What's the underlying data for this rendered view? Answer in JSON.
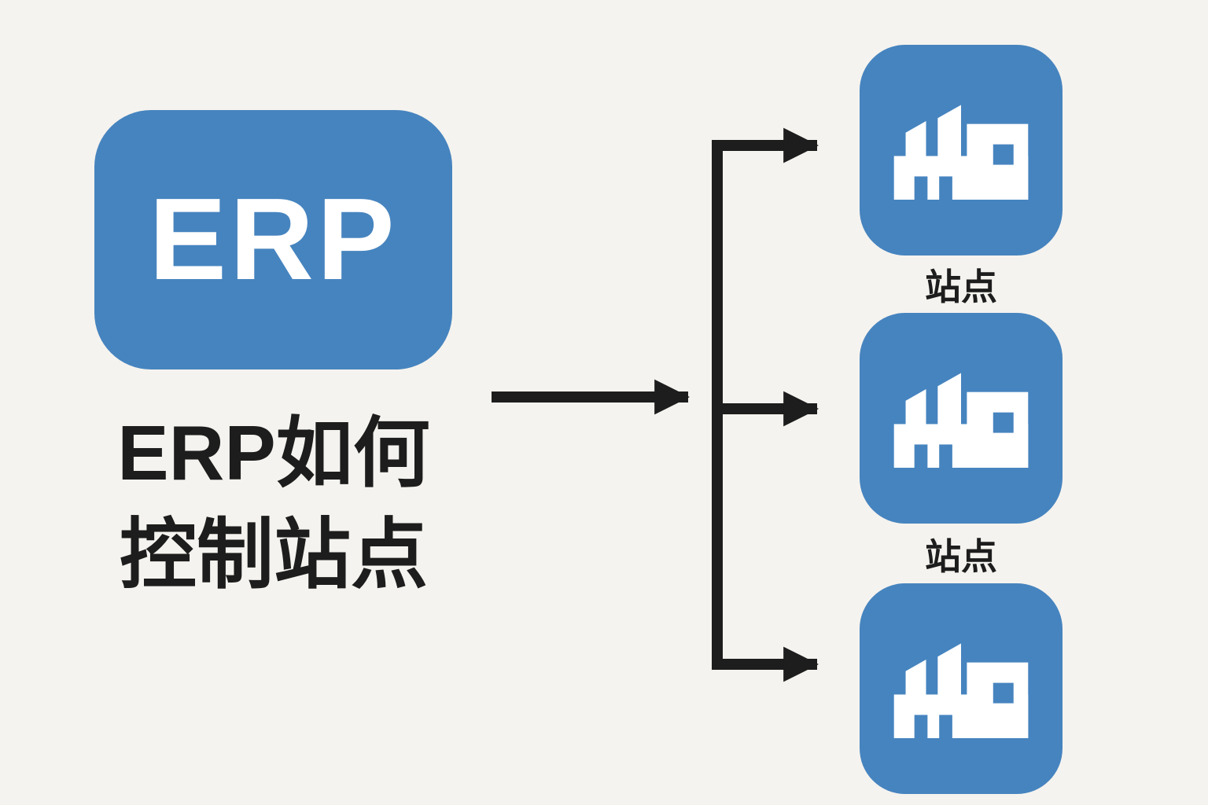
{
  "colors": {
    "blue": "#4684bf",
    "ink": "#1d1d1d",
    "bg": "#f5f3ef",
    "white": "#ffffff"
  },
  "diagram": {
    "erp_label": "ERP",
    "title_lines": [
      "ERP如何",
      "控制站点"
    ],
    "site_labels": [
      "站点",
      "站点"
    ],
    "site_count": 3,
    "icon_name": "factory-icon"
  }
}
